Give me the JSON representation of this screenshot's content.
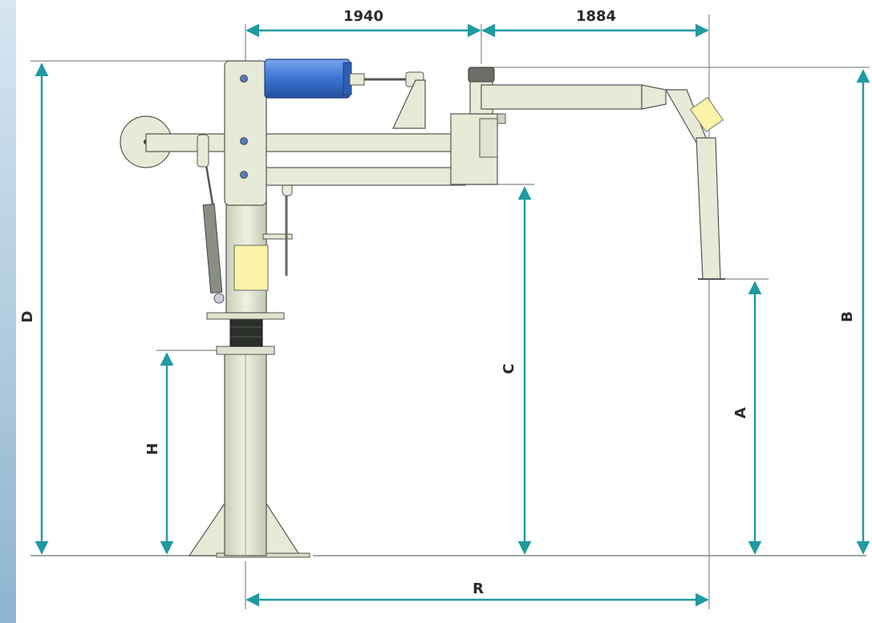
{
  "dimensions": {
    "top_left": "1940",
    "top_right": "1884",
    "left_d": "D",
    "right_b": "B",
    "left_h": "H",
    "mid_c": "C",
    "right_a": "A",
    "bottom_r": "R"
  },
  "colors": {
    "arrow": "#1f9aa0",
    "machine_body": "#e6ead6",
    "cylinder": "#3f78d8",
    "label_block": "#fbf3a5",
    "outline": "#555555",
    "side_gradient_top": "#cfe0ee",
    "side_gradient_bottom": "#8fb4d0"
  }
}
